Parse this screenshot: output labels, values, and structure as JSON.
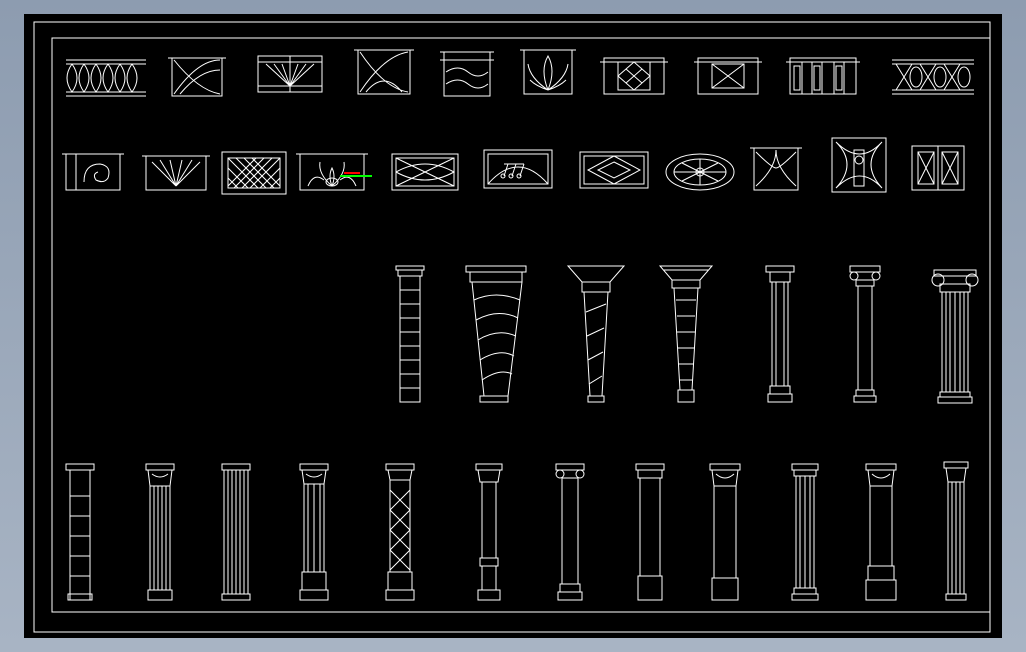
{
  "viewport": {
    "background": "#000000",
    "line_color": "#ffffff",
    "highlight_colors": [
      "#ff0000",
      "#00ff00"
    ]
  },
  "drawing": {
    "type": "cad-detail-sheet",
    "rows": [
      {
        "name": "railing-panels-row-1",
        "count": 10
      },
      {
        "name": "railing-panels-row-2",
        "count": 11
      },
      {
        "name": "columns-row-1",
        "count": 7
      },
      {
        "name": "columns-row-2",
        "count": 12
      }
    ]
  }
}
